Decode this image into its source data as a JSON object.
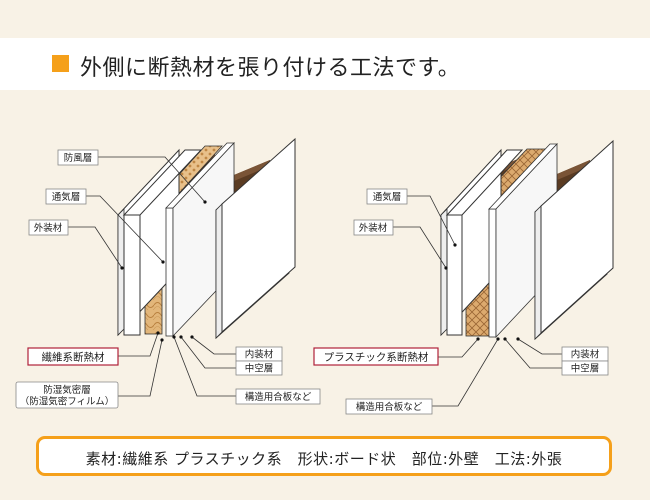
{
  "header": {
    "title": "外側に断熱材を張り付ける工法です。",
    "mark_color": "#f5a01a"
  },
  "left_diagram": {
    "labels": {
      "windproof": "防風層",
      "ventilation": "通気層",
      "exterior": "外装材",
      "insulation": "繊維系断熱材",
      "vapor_barrier_1": "防湿気密層",
      "vapor_barrier_2": "（防湿気密フィルム）",
      "interior": "内装材",
      "cavity": "中空層",
      "structure": "構造用合板など"
    }
  },
  "right_diagram": {
    "labels": {
      "ventilation": "通気層",
      "exterior": "外装材",
      "insulation": "プラスチック系断熱材",
      "interior": "内装材",
      "cavity": "中空層",
      "structure": "構造用合板など"
    }
  },
  "footer": {
    "text": "素材:繊維系 プラスチック系　形状:ボード状　部位:外壁　工法:外張"
  },
  "colors": {
    "background": "#f8f2e6",
    "accent": "#f5a01a",
    "insulation_fiber": "#e2b67a",
    "insulation_plastic": "#d9a66a",
    "timber": "#5a3b22",
    "callout_border": "#b0213a"
  }
}
